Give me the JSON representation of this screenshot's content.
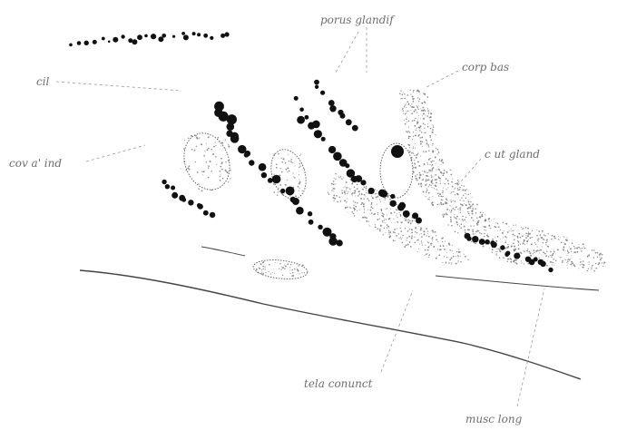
{
  "labels": {
    "porus": "porus glandif",
    "corp_bas": "corp bas",
    "cil": "cil",
    "cov_ind": "cov a' ind",
    "c_ut_gland": "c ut gland",
    "tela": "tela conunct",
    "musc": "musc long"
  },
  "colors": {
    "ink": "#111111",
    "label": "#6e6e6e",
    "stipple": "#8a8a8a"
  }
}
